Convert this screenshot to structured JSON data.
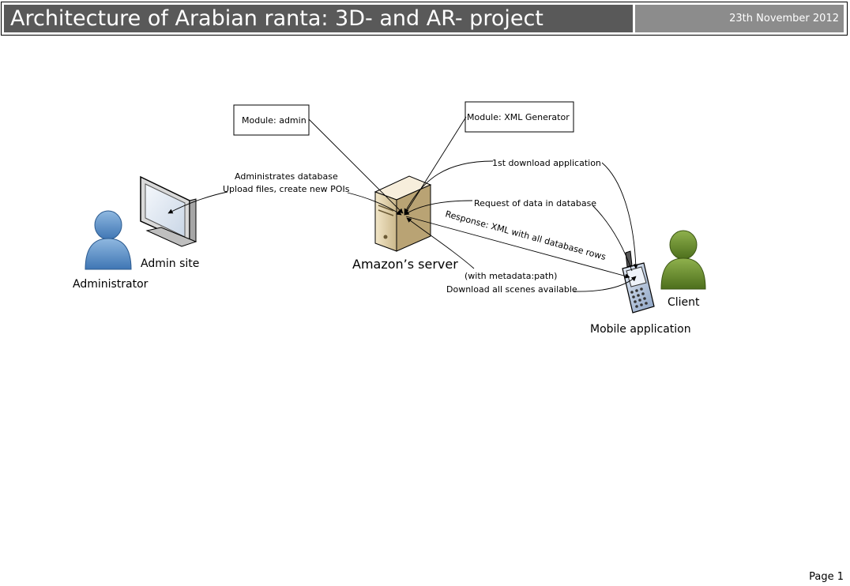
{
  "header": {
    "title": "Architecture of Arabian ranta: 3D- and AR- project",
    "date": "23th November 2012"
  },
  "diagram": {
    "modules": {
      "admin": "Module: admin",
      "xml_generator": "Module: XML Generator"
    },
    "nodes": {
      "admin_site": "Admin site",
      "administrator": "Administrator",
      "server": "Amazon’s server",
      "mobile_app": "Mobile application",
      "client": "Client"
    },
    "edges": {
      "administrates_line1": "Administrates database",
      "administrates_line2": "Upload files, create new POIs",
      "first_download": "1st download application",
      "request_data": "Request of data in database",
      "response_xml": "Response: XML with all database rows",
      "download_scenes_line1": "(with metadata:path)",
      "download_scenes_line2": "Download all scenes available"
    }
  },
  "footer": {
    "page": "Page 1"
  }
}
